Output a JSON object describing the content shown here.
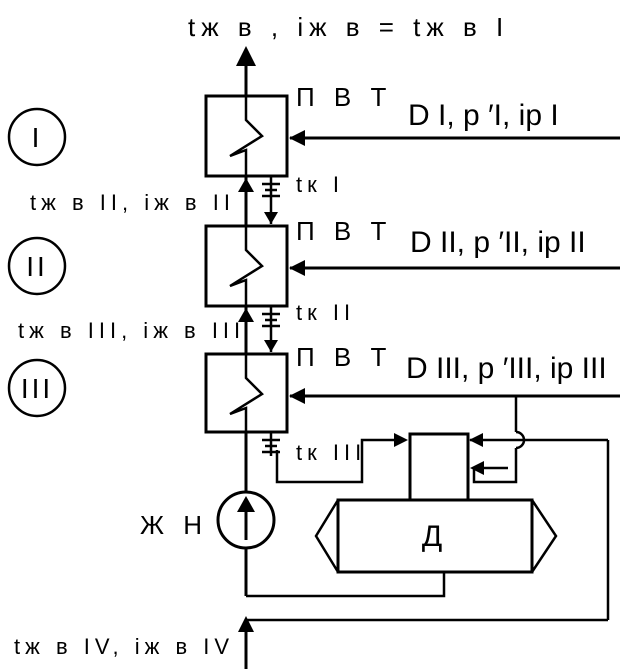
{
  "labels": {
    "top_outlet": "tж в , iж в = tж в I",
    "stage_1_in": "tж в II, iж в II",
    "stage_2_in": "tж в III, iж в III",
    "stage_3_in": "tж в IV, iж в IV",
    "steam_1": "D I, p ′I, iр I",
    "steam_2": "D II, p ′II, iр II",
    "steam_3": "D III, p ′III, iр III",
    "drain_1": "tк I",
    "drain_2": "tк II",
    "drain_3": "tк III",
    "heater_1": "П В Т",
    "heater_2": "П В Т",
    "heater_3": "П В Т",
    "pump": "Ж Н",
    "deaerator": "Д",
    "stage_roman_1": "I",
    "stage_roman_2": "II",
    "stage_roman_3": "III"
  }
}
